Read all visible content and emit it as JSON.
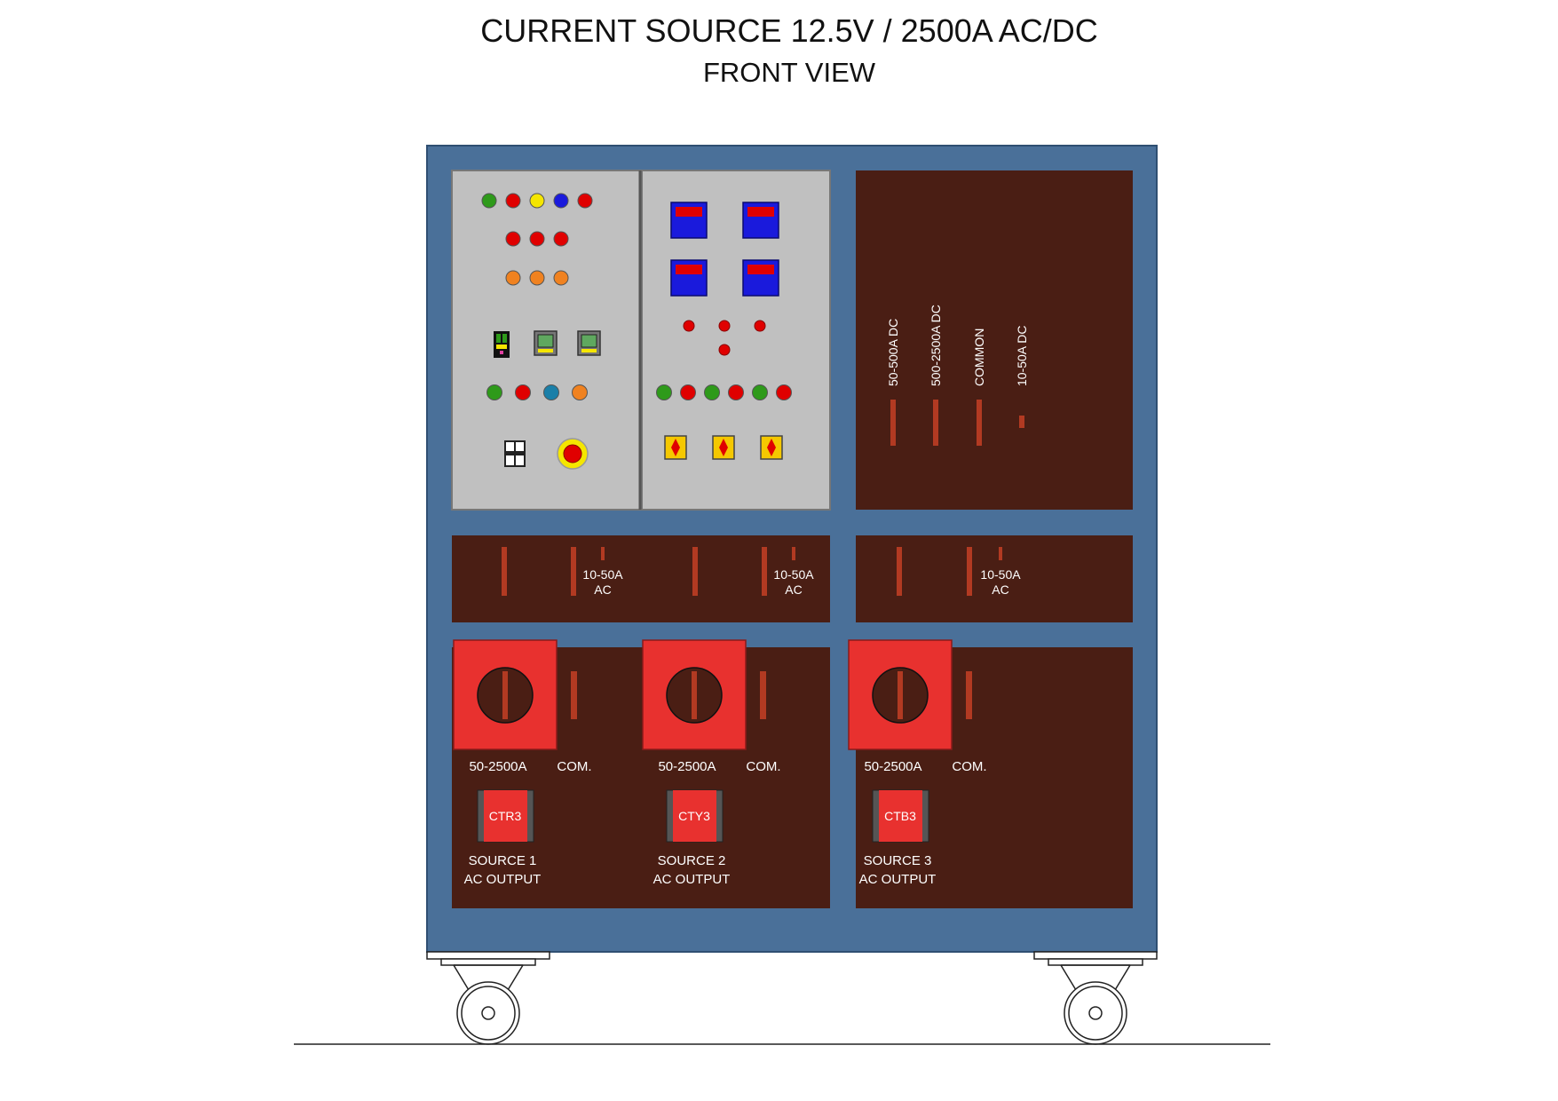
{
  "title": "CURRENT SOURCE 12.5V / 2500A AC/DC",
  "subtitle": "FRONT VIEW",
  "colors": {
    "frame": "#4a7099",
    "panel_brown": "#4a1e14",
    "control_panel": "#c0c0c0",
    "terminal_bar": "#b23a22",
    "switch_red": "#e8312f",
    "meter_blue": "#1a1adc",
    "meter_red": "#e00000"
  },
  "control_panel": {
    "pilot_lights_row1": [
      "#2e9a1a",
      "#e00000",
      "#f5e600",
      "#1a1adc",
      "#e00000"
    ],
    "pilot_lights_row2": [
      "#e00000",
      "#e00000",
      "#e00000"
    ],
    "pilot_lights_row3": [
      "#f08220",
      "#f08220",
      "#f08220"
    ],
    "pushbuttons": [
      "#2e9a1a",
      "#e00000",
      "#1a7fa8",
      "#f08220"
    ],
    "meter_leds": [
      "#e00000",
      "#e00000",
      "#e00000",
      "#e00000"
    ],
    "indicator_row": [
      "#2e9a1a",
      "#e00000",
      "#2e9a1a",
      "#e00000",
      "#2e9a1a",
      "#e00000"
    ]
  },
  "dc_terminals": [
    {
      "label": "50-500A DC"
    },
    {
      "label": "500-2500A DC"
    },
    {
      "label": "COMMON"
    },
    {
      "label": "10-50A DC"
    }
  ],
  "ac_low_range": [
    {
      "label_line1": "10-50A",
      "label_line2": "AC"
    },
    {
      "label_line1": "10-50A",
      "label_line2": "AC"
    },
    {
      "label_line1": "10-50A",
      "label_line2": "AC"
    }
  ],
  "sources": [
    {
      "range_label": "50-2500A",
      "common_label": "COM.",
      "breaker_label": "CTR3",
      "source_name": "SOURCE 1",
      "output_label": "AC OUTPUT"
    },
    {
      "range_label": "50-2500A",
      "common_label": "COM.",
      "breaker_label": "CTY3",
      "source_name": "SOURCE 2",
      "output_label": "AC OUTPUT"
    },
    {
      "range_label": "50-2500A",
      "common_label": "COM.",
      "breaker_label": "CTB3",
      "source_name": "SOURCE 3",
      "output_label": "AC OUTPUT"
    }
  ]
}
